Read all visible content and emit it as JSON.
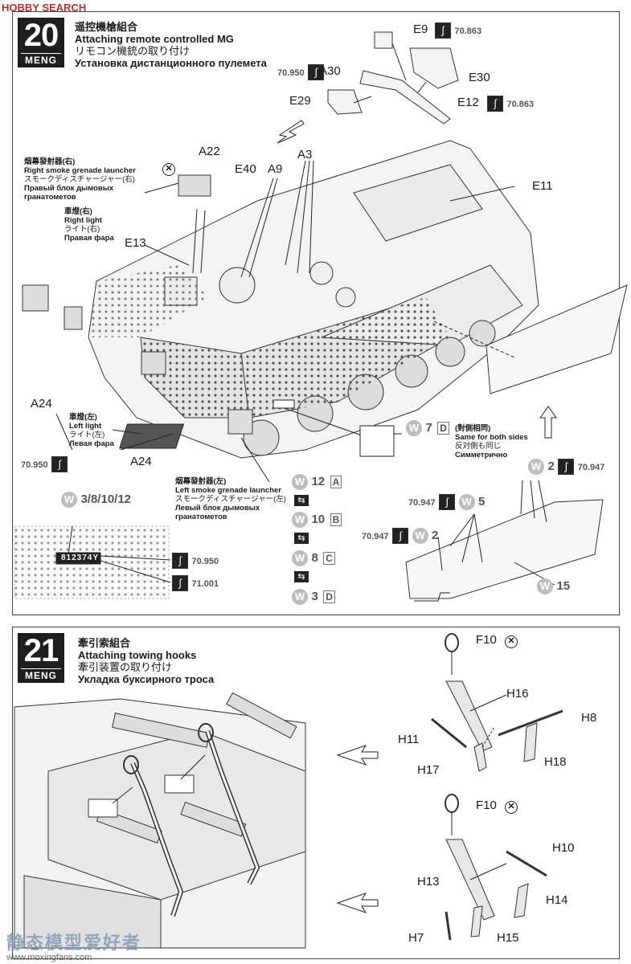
{
  "header": {
    "source_logo": "HOBBY SEARCH"
  },
  "step20": {
    "number": "20",
    "brand": "MENG",
    "title_ja": "遥控機槍組合",
    "title_en": "Attaching remote controlled MG",
    "title_jp": "リモコン機銃の取り付け",
    "title_ru": "Установка дистанционного пулемета",
    "parts": {
      "E9": "E9",
      "E30": "E30",
      "A30": "A30",
      "E29": "E29",
      "E12": "E12",
      "A22": "A22",
      "E40": "E40",
      "A9": "A9",
      "A3": "A3",
      "E11": "E11",
      "E13": "E13",
      "A24_left": "A24",
      "A24_right": "A24"
    },
    "paint_codes": {
      "e9": "70.863",
      "a30": "70.950",
      "e12": "70.863",
      "a24": "70.950",
      "w2_top": "70.947",
      "w5": "70.947",
      "w2_mid": "70.947",
      "plate_a": "70.950",
      "plate_b": "71.001"
    },
    "right_smoke": {
      "zh": "烟幕發射器(右)",
      "en": "Right smoke grenade launcher",
      "jp": "スモークディスチャージャー(右)",
      "ru1": "Правый блок дымовых",
      "ru2": "гранатометов"
    },
    "right_light": {
      "zh": "車燈(右)",
      "en": "Right light",
      "jp": "ライト(右)",
      "ru": "Правая фара"
    },
    "left_light": {
      "zh": "車燈(左)",
      "en": "Left light",
      "jp": "ライト(左)",
      "ru": "Левая фара"
    },
    "left_smoke": {
      "zh": "烟幕發射器(左)",
      "en": "Left smoke grenade launcher",
      "jp": "スモークディスチャージャー(左)",
      "ru1": "Левый блок дымовых",
      "ru2": "гранатометов"
    },
    "decals": {
      "w7": "7",
      "w7_box": "D",
      "same_zh": "(對側相同)",
      "same_en": "Same for both sides",
      "same_jp": "反対側も同じ",
      "same_ru": "Симметрично",
      "w12": "12",
      "w12_box": "A",
      "w10": "10",
      "w10_box": "B",
      "w8": "8",
      "w8_box": "C",
      "w3": "3",
      "w3_box": "D",
      "w_multi": "3/8/10/12",
      "w2_top": "2",
      "w5": "5",
      "w2_mid": "2",
      "w15": "15",
      "plate_number": "812374Y"
    }
  },
  "step21": {
    "number": "21",
    "brand": "MENG",
    "title_ja": "牽引索組合",
    "title_en": "Attaching towing hooks",
    "title_jp": "牽引装置の取り付け",
    "title_ru": "Укладка буксирного троса",
    "parts_upper": {
      "F10": "F10",
      "H16": "H16",
      "H8": "H8",
      "H11": "H11",
      "H17": "H17",
      "H18": "H18"
    },
    "parts_lower": {
      "F10": "F10",
      "H10": "H10",
      "H13": "H13",
      "H14": "H14",
      "H7": "H7",
      "H15": "H15"
    }
  },
  "footer": {
    "watermark": "静态模型爱好者",
    "url": "www.moxingfans.com"
  },
  "colors": {
    "step_bg": "#1e1e1e",
    "decal_logo": "#bdbdbd"
  },
  "icons": [
    "paint-bottle-icon",
    "no-glue-icon",
    "direction-arrow-icon",
    "decal-water-icon"
  ]
}
